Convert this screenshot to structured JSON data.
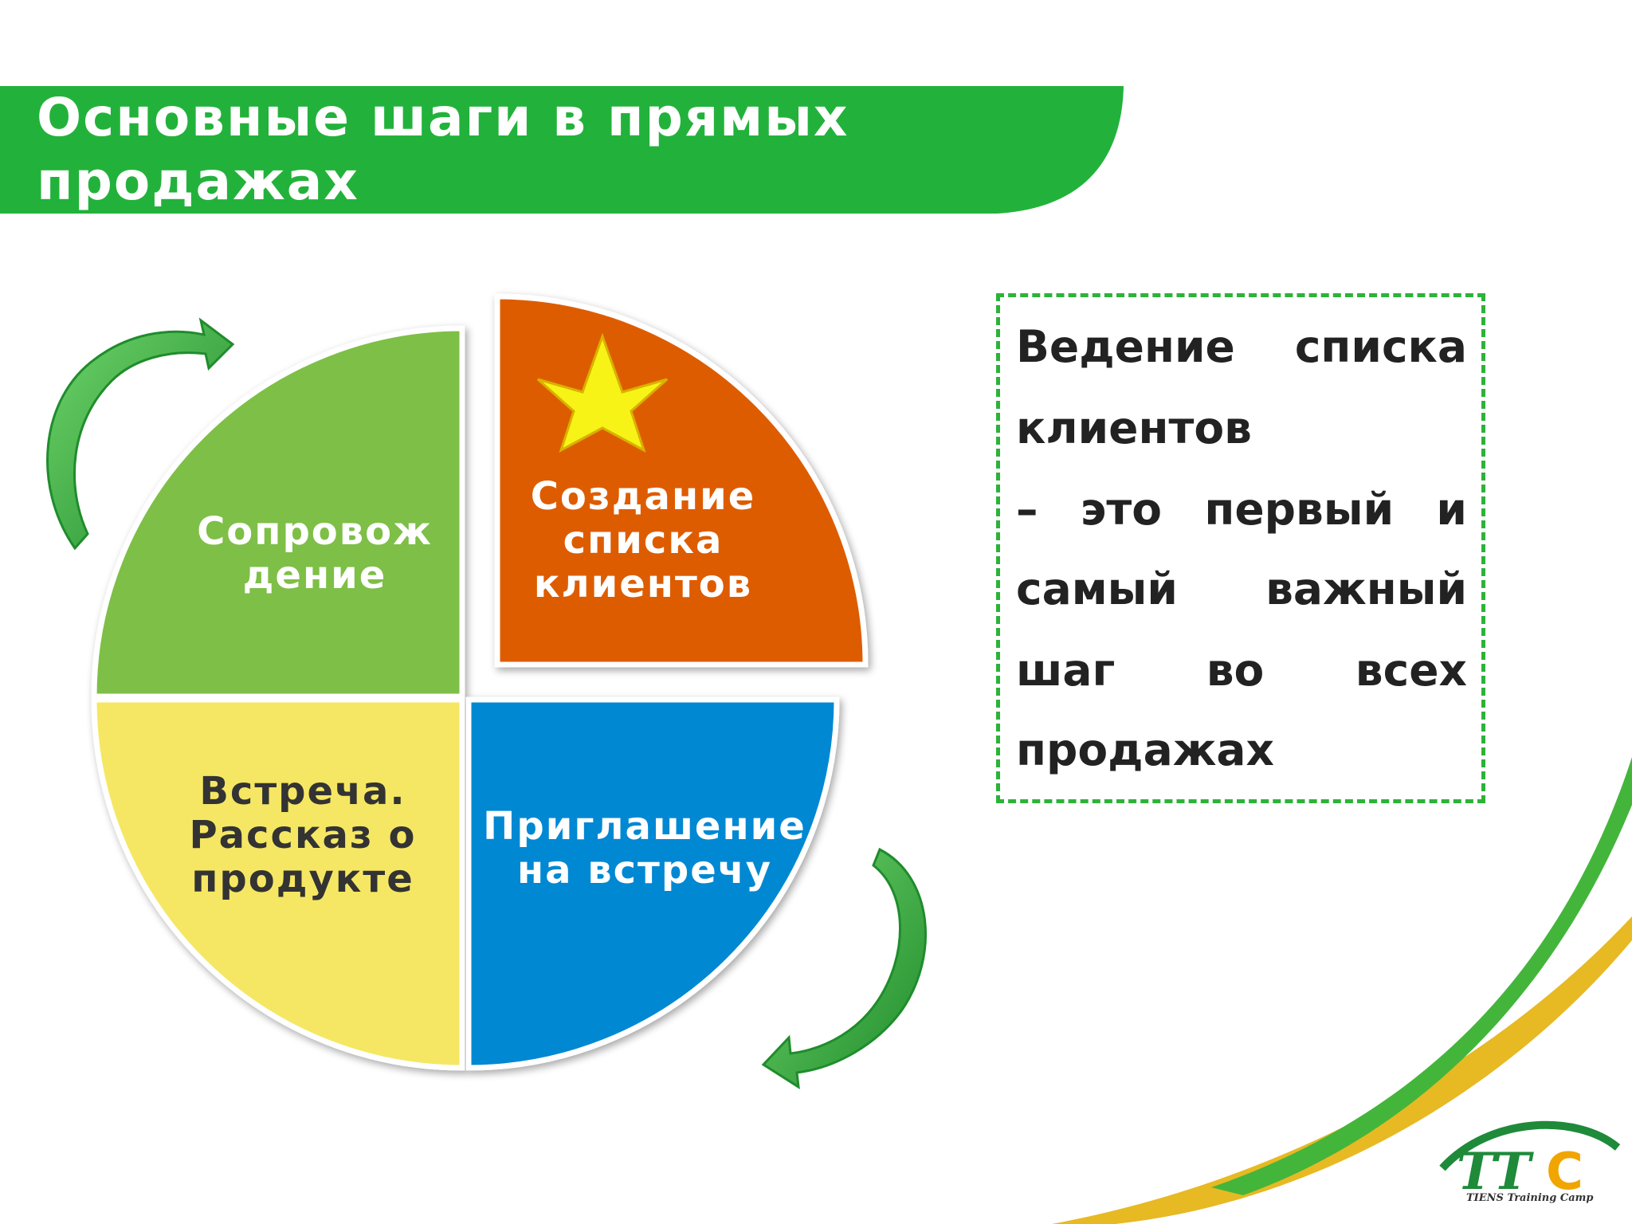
{
  "header": {
    "title_line1": "Основные шаги в прямых",
    "title_line2": "продажах",
    "band_color": "#22b23b"
  },
  "cycle": {
    "segments": [
      {
        "id": "create-list",
        "lines": [
          "Создание",
          "списка",
          "клиентов"
        ],
        "color": "#de5b04",
        "marker": "star-icon"
      },
      {
        "id": "invitation",
        "lines": [
          "Приглашение",
          "на встречу"
        ],
        "color": "#0288d3"
      },
      {
        "id": "meeting",
        "lines": [
          "Встреча.",
          "Рассказ о",
          "продукте"
        ],
        "color": "#f5e764"
      },
      {
        "id": "follow-up",
        "lines": [
          "Сопровож",
          "дение"
        ],
        "color": "#7ebf46"
      }
    ],
    "star_color": "#f8f316",
    "arrow_color": "#2a9a35"
  },
  "note": {
    "lines": [
      [
        "Ведение",
        "списка"
      ],
      [
        "клиентов"
      ],
      [
        "–",
        "это",
        "первый",
        "и"
      ],
      [
        "самый",
        "важный"
      ],
      [
        "шаг",
        "во",
        "всех"
      ],
      [
        "продажах"
      ]
    ],
    "border_color": "#2db23a"
  },
  "logo": {
    "text": "TIENS Training Camp",
    "accent_green": "#1e8a3a",
    "accent_orange": "#f0a500"
  }
}
